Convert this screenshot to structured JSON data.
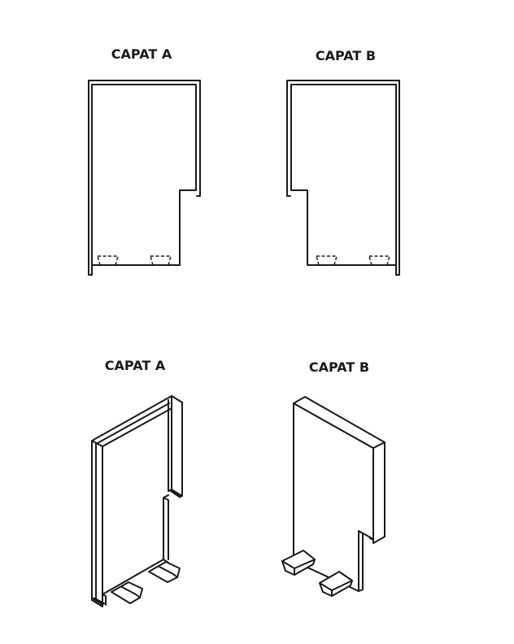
{
  "labels": {
    "front_a": "CAPAT A",
    "front_b": "CAPAT B",
    "iso_a": "CAPAT A",
    "iso_b": "CAPAT B"
  },
  "colors": {
    "stroke": "#1a1a1a",
    "background": "#ffffff"
  }
}
